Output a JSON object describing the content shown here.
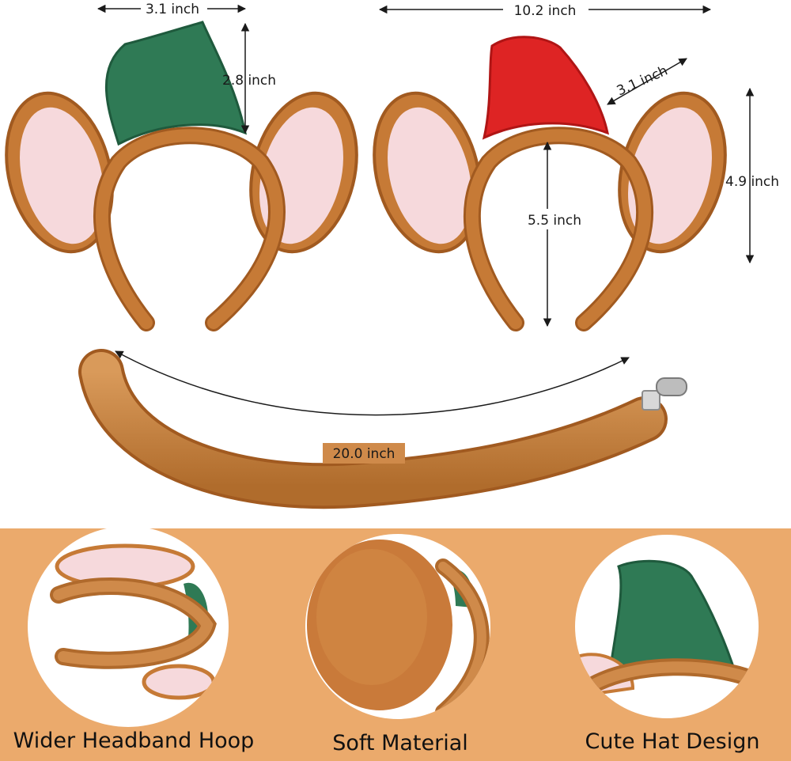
{
  "dimensions": {
    "hat_width": "3.1 inch",
    "hat_height": "2.8 inch",
    "total_width": "10.2 inch",
    "red_hat_side": "3.1 inch",
    "headband_height": "5.5 inch",
    "ear_height": "4.9 inch",
    "tail_length": "20.0 inch"
  },
  "features": [
    {
      "label": "Wider Headband Hoop"
    },
    {
      "label": "Soft Material"
    },
    {
      "label": "Cute Hat Design"
    }
  ],
  "colors": {
    "band_fill": "#c67a36",
    "band_edge": "#a15a20",
    "ear_inner": "#f6d9dc",
    "hat_green": "#2f7a55",
    "hat_green_dark": "#1f5a3d",
    "hat_red": "#de2424",
    "hat_red_dark": "#b01515",
    "tail": "#c98344",
    "bottom_bg": "#ebaa6c",
    "arrow": "#1a1a1a"
  }
}
